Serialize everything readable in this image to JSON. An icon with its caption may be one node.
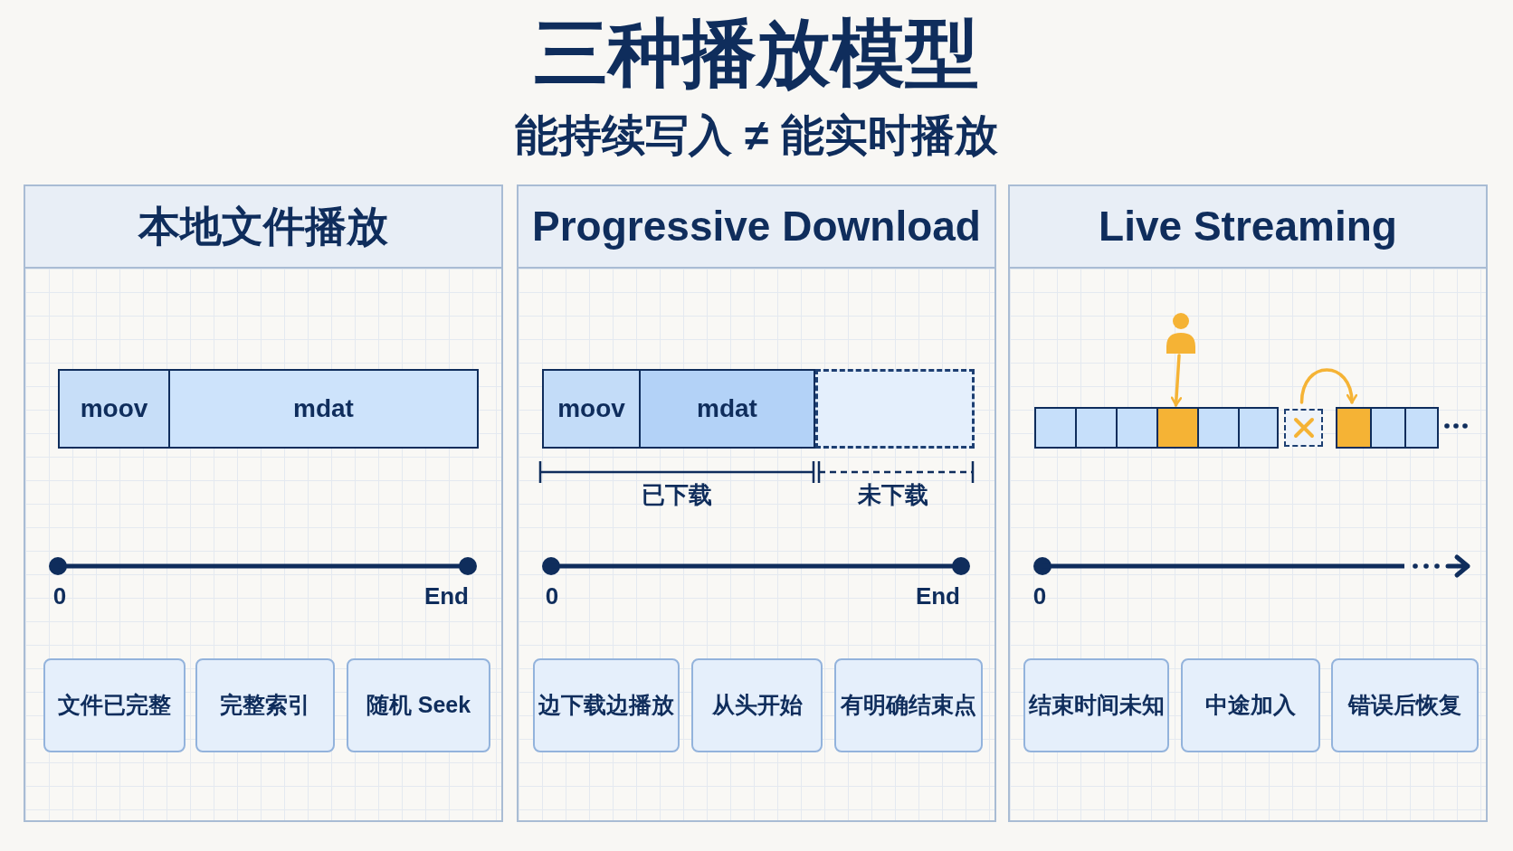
{
  "diagram": {
    "title": "三种播放模型",
    "nodes": [
      {
        "text": [
          "本地文件播放"
        ]
      },
      {
        "text": [
          "moov"
        ],
        "in": 0
      },
      {
        "text": [
          "mdat"
        ],
        "in": 0
      },
      {
        "text": [
          "文件已完整"
        ],
        "in": 0
      },
      {
        "text": [
          "完整索引"
        ],
        "in": 0
      },
      {
        "text": [
          "随机 Seek"
        ],
        "in": 0
      },
      {
        "text": [
          "Progressive Download"
        ]
      },
      {
        "text": [
          "moov"
        ],
        "in": 6
      },
      {
        "text": [
          "mdat"
        ],
        "in": 6
      },
      {
        "text": [],
        "shape": "box",
        "in": 6
      },
      {
        "text": [
          "边下载边播放"
        ],
        "in": 6
      },
      {
        "text": [
          "从头开始"
        ],
        "in": 6
      },
      {
        "text": [
          "有明确结束点"
        ],
        "in": 6
      },
      {
        "text": [
          "Live Streaming"
        ]
      },
      {
        "text": [],
        "shape": "person",
        "in": 13
      },
      {
        "text": [],
        "shape": "box",
        "in": 13
      },
      {
        "text": [],
        "shape": "box",
        "in": 13
      },
      {
        "text": [],
        "shape": "box",
        "in": 13
      },
      {
        "text": [],
        "shape": "box",
        "in": 13
      },
      {
        "text": [],
        "shape": "box",
        "in": 13
      },
      {
        "text": [],
        "shape": "box",
        "in": 13
      },
      {
        "text": [],
        "shape": "box",
        "in": 13
      },
      {
        "text": [],
        "shape": "box",
        "in": 13
      },
      {
        "text": [],
        "shape": "box",
        "in": 13
      },
      {
        "text": [],
        "shape": "box",
        "in": 13
      },
      {
        "text": [
          "结束时间未知"
        ],
        "in": 13
      },
      {
        "text": [
          "中途加入"
        ],
        "in": 13
      },
      {
        "text": [
          "错误后恢复"
        ],
        "in": 13
      }
    ],
    "edges": [
      {
        "from": 14,
        "to": 18,
        "arrow": "to"
      },
      {
        "from": 21,
        "to": 22,
        "arrow": "to"
      }
    ],
    "labels": [
      "能持续写入 ≠ 能实时播放",
      "0",
      "End",
      "已下载",
      "未下载",
      "0",
      "End",
      "0"
    ]
  }
}
